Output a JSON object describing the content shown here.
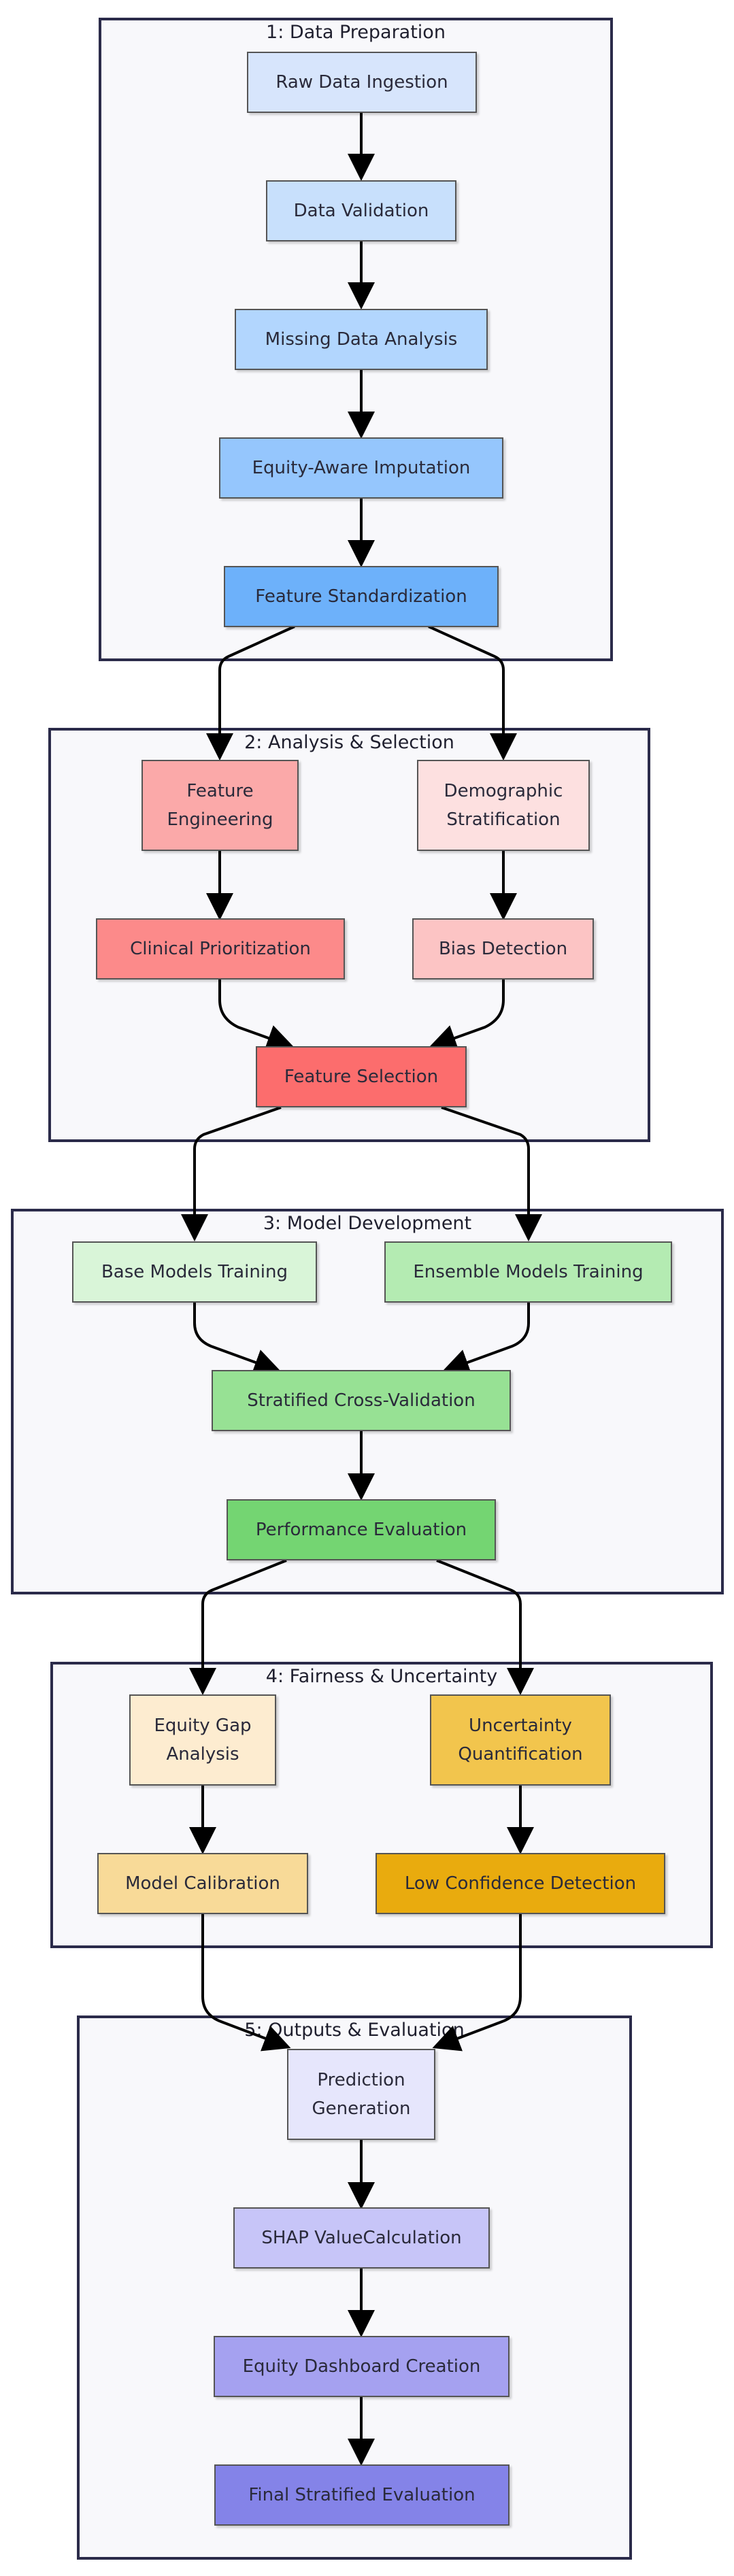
{
  "clusters": {
    "prep": {
      "title": "1: Data Preparation"
    },
    "analysis": {
      "title": "2: Analysis & Selection"
    },
    "model": {
      "title": "3: Model Development"
    },
    "fairness": {
      "title": "4: Fairness & Uncertainty"
    },
    "outputs": {
      "title": "5: Outputs & Evaluation"
    }
  },
  "nodes": {
    "raw_data_ingestion": "Raw Data Ingestion",
    "data_validation": "Data Validation",
    "missing_data_analysis": "Missing Data Analysis",
    "equity_aware_imputation": "Equity-Aware Imputation",
    "feature_standardization": "Feature Standardization",
    "feature_engineering": "Feature Engineering",
    "demographic_stratification": "Demographic Stratification",
    "clinical_prioritization": "Clinical Prioritization",
    "bias_detection": "Bias Detection",
    "feature_selection": "Feature Selection",
    "base_models_training": "Base Models Training",
    "ensemble_models_training": "Ensemble Models Training",
    "stratified_cross_validation": "Stratified Cross-Validation",
    "performance_evaluation": "Performance Evaluation",
    "equity_gap_analysis": "Equity Gap Analysis",
    "uncertainty_quantification": "Uncertainty Quantification",
    "model_calibration": "Model Calibration",
    "low_confidence_detection": "Low Confidence Detection",
    "prediction_generation": "Prediction Generation",
    "shap_value_calculation": "SHAP ValueCalculation",
    "equity_dashboard_creation": "Equity Dashboard Creation",
    "final_stratified_evaluation": "Final Stratified Evaluation"
  },
  "colors": {
    "cluster_bg": "#f8f8fb",
    "cluster_border": "#2b2b4a",
    "edge": "#000000"
  }
}
